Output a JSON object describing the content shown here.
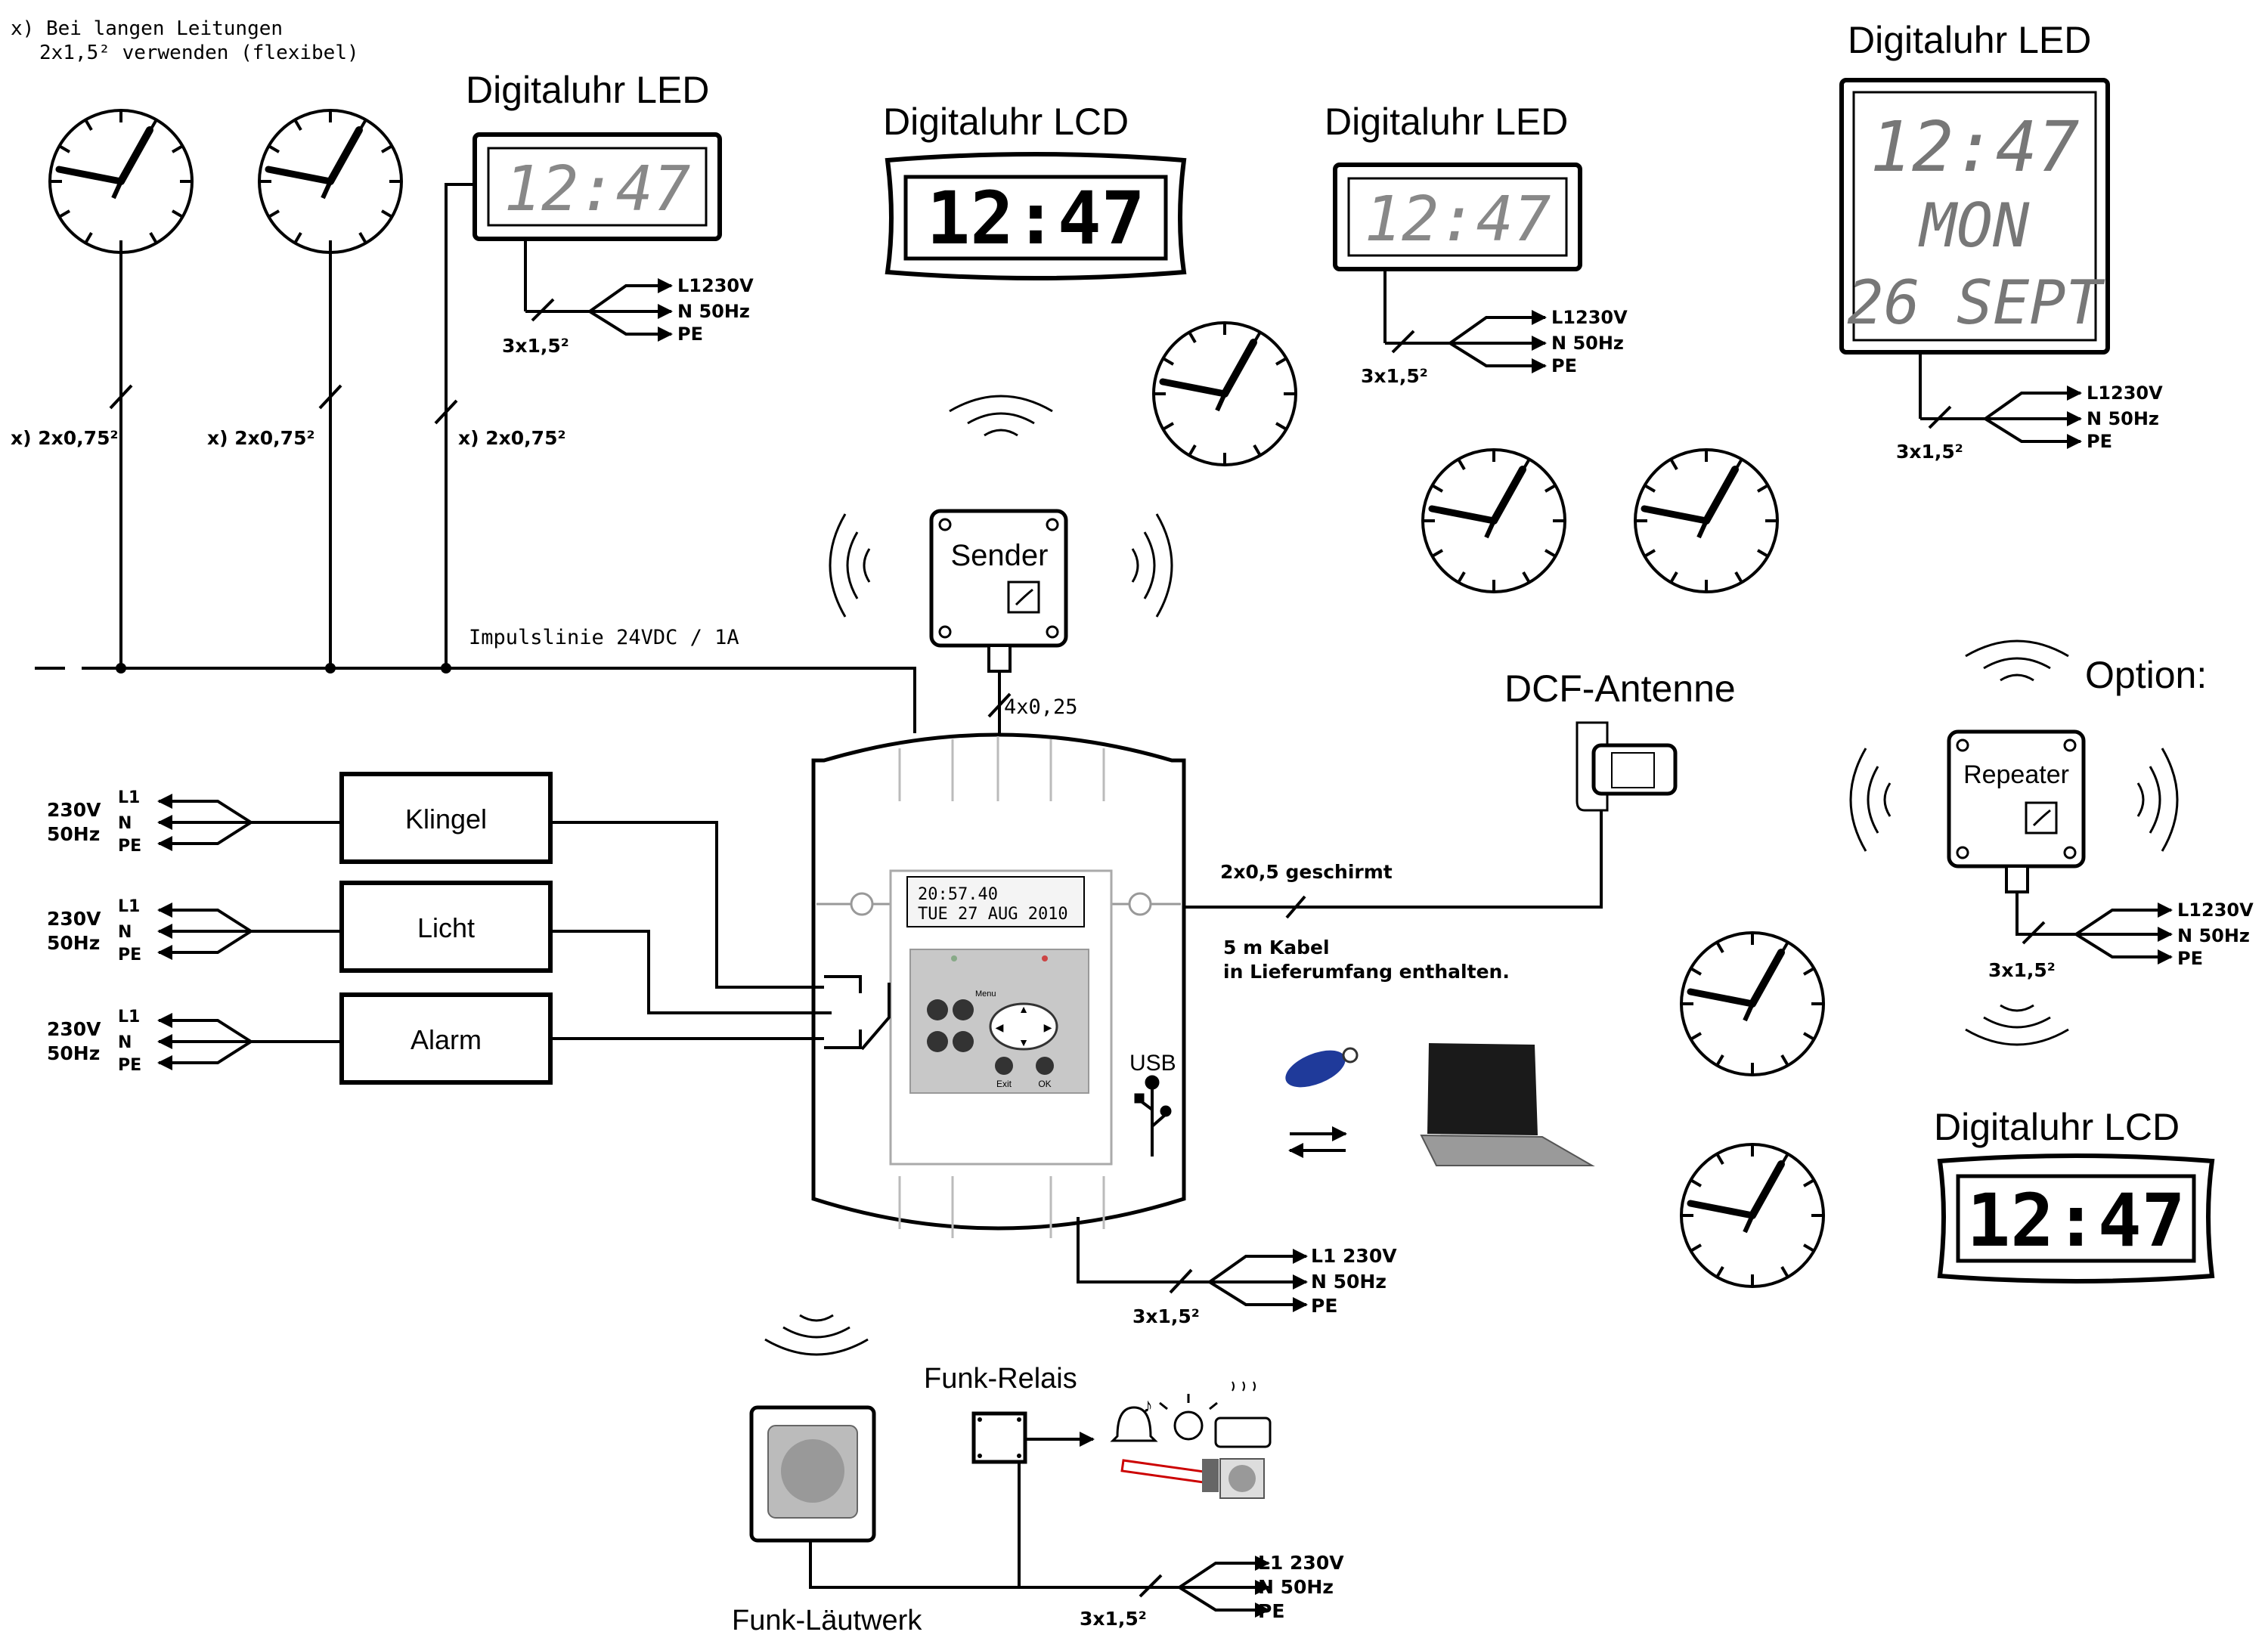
{
  "note": {
    "line1": "x) Bei langen Leitungen",
    "line2": "2x1,5² verwenden (flexibel)"
  },
  "clocks": {
    "led1": {
      "title": "Digitaluhr  LED",
      "time": "12:47"
    },
    "lcd1": {
      "title": "Digitaluhr LCD",
      "time": "12:47"
    },
    "led2": {
      "title": "Digitaluhr  LED",
      "time": "12:47"
    },
    "led3": {
      "title": "Digitaluhr  LED",
      "time": "12:47",
      "day": "MON",
      "date": "26 SEPT"
    },
    "lcd2": {
      "title": "Digitaluhr LCD",
      "time": "12:47"
    }
  },
  "cables": {
    "c075a": "x) 2x0,75²",
    "c075b": "x) 2x0,75²",
    "c075c": "x) 2x0,75²",
    "c15": "3x1,5²",
    "c425": "4x0,25",
    "shield": "2x0,5 geschirmt",
    "kabel1": "5 m Kabel",
    "kabel2": "in Lieferumfang enthalten."
  },
  "power": {
    "l1_230v": "L1230V",
    "n_50hz": "N  50Hz",
    "pe": "PE",
    "l1": "L1",
    "l1b": "L1  230V",
    "n": "N",
    "nb": "N    50Hz",
    "v230": "230V",
    "hz50": "50Hz"
  },
  "impulse_line": "Impulslinie 24VDC / 1A",
  "sender": "Sender",
  "repeater": "Repeater",
  "option": "Option:",
  "dcf": "DCF-Antenne",
  "usb": "USB",
  "relays": {
    "klingel": "Klingel",
    "licht": "Licht",
    "alarm": "Alarm"
  },
  "device": {
    "lcd1": "20:57.40",
    "lcd2": "TUE 27 AUG  2010",
    "exit": "Exit",
    "ok": "OK",
    "menu": "Menu"
  },
  "funk_relais": "Funk-Relais",
  "funk_laeutwerk": "Funk-Läutwerk"
}
